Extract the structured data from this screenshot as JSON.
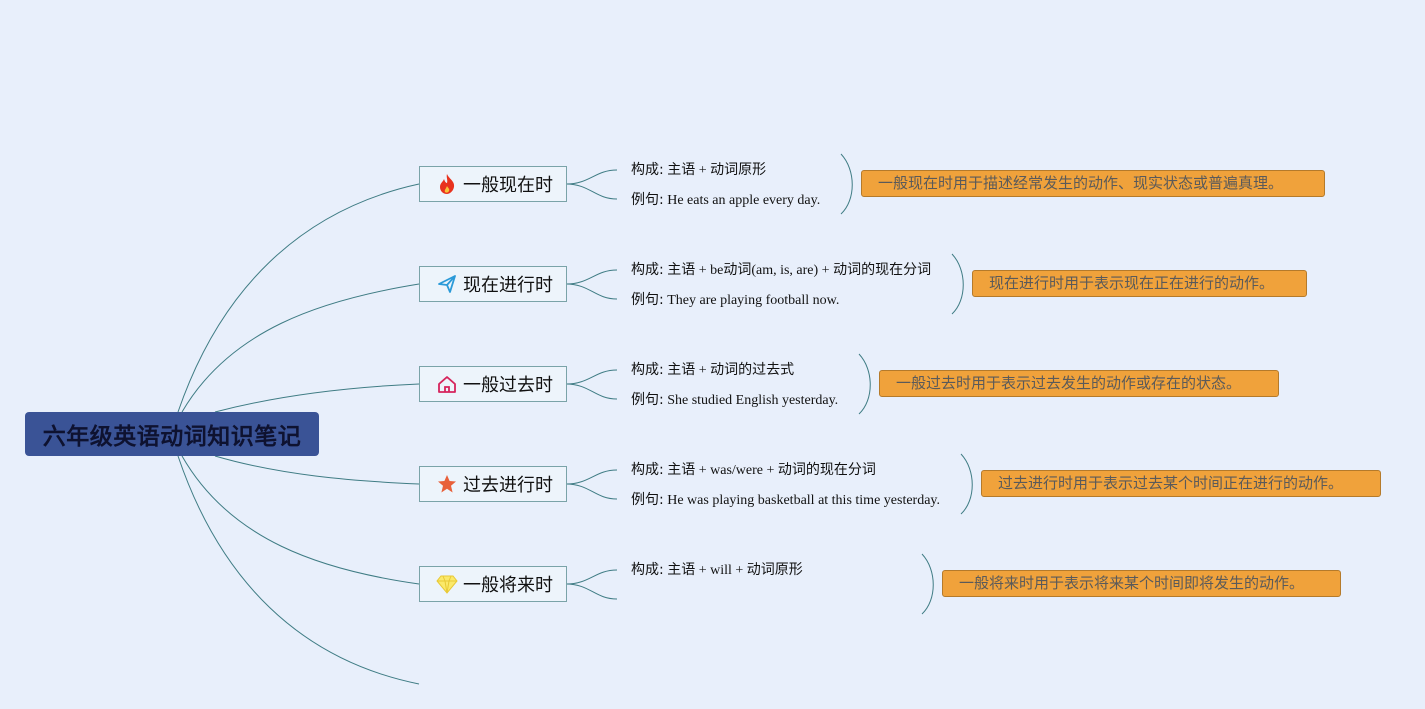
{
  "root": {
    "title": "六年级英语动词知识笔记"
  },
  "topics": [
    {
      "label": "一般现在时",
      "icon": "fire-icon",
      "construct_label": "构成:",
      "construct": "主语 + 动词原形",
      "example_label": "例句:",
      "example": "He eats an apple every day.",
      "note": "一般现在时用于描述经常发生的动作、现实状态或普遍真理。"
    },
    {
      "label": "现在进行时",
      "icon": "paper-plane-icon",
      "construct_label": "构成:",
      "construct": "主语 + be动词(am, is, are) + 动词的现在分词",
      "example_label": "例句:",
      "example": "They are playing football now.",
      "note": "现在进行时用于表示现在正在进行的动作。"
    },
    {
      "label": "一般过去时",
      "icon": "home-icon",
      "construct_label": "构成:",
      "construct": "主语 + 动词的过去式",
      "example_label": "例句:",
      "example": "She studied English yesterday.",
      "note": "一般过去时用于表示过去发生的动作或存在的状态。"
    },
    {
      "label": "过去进行时",
      "icon": "star-icon",
      "construct_label": "构成:",
      "construct": "主语 + was/were + 动词的现在分词",
      "example_label": "例句:",
      "example": "He was playing basketball at this time yesterday.",
      "note": "过去进行时用于表示过去某个时间正在进行的动作。"
    },
    {
      "label": "一般将来时",
      "icon": "diamond-icon",
      "construct_label": "构成:",
      "construct": "主语 + will + 动词原形",
      "note": "一般将来时用于表示将来某个时间即将发生的动作。"
    }
  ],
  "colors": {
    "background": "#e8effb",
    "root_fill": "#3a5396",
    "topic_border": "#7aa3a8",
    "connector": "#3f7c84",
    "note_fill": "#f0a23b"
  }
}
